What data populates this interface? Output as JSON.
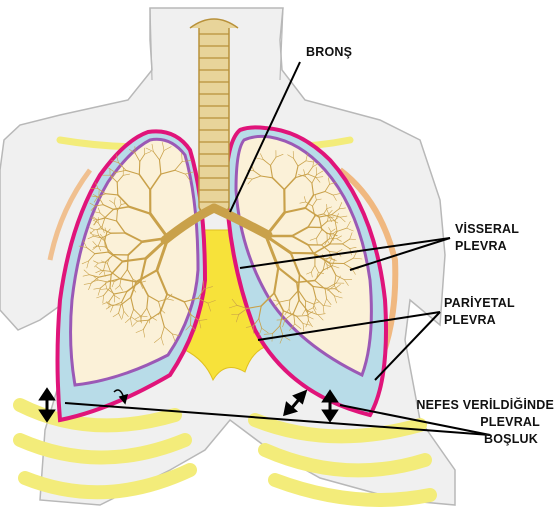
{
  "labels": {
    "bronchus": "BRONŞ",
    "visceral_line1": "VİSSERAL",
    "visceral_line2": "PLEVRA",
    "parietal_line1": "PARİYETAL",
    "parietal_line2": "PLEVRA",
    "space_line1": "NEFES VERİLDİĞİNDE",
    "space_line2": "PLEVRAL",
    "space_line3": "BOŞLUK"
  },
  "colors": {
    "background": "#ffffff",
    "body_fill": "#f0f0f0",
    "body_outline": "#b8b8b8",
    "pleura_parietal": "#e0147a",
    "pleura_visceral": "#9b59b6",
    "pleural_space": "#b8dce8",
    "lung_fill": "#fbf1d8",
    "bronchial_tree": "#c9a14a",
    "trachea": "#e8d49a",
    "mediastinum": "#f7e23a",
    "ribs": "#f3ec7a",
    "leader_line": "#000000",
    "fat_edge": "#f0a050"
  },
  "icons": [
    "double-arrow-icon",
    "curved-arrow-icon"
  ]
}
